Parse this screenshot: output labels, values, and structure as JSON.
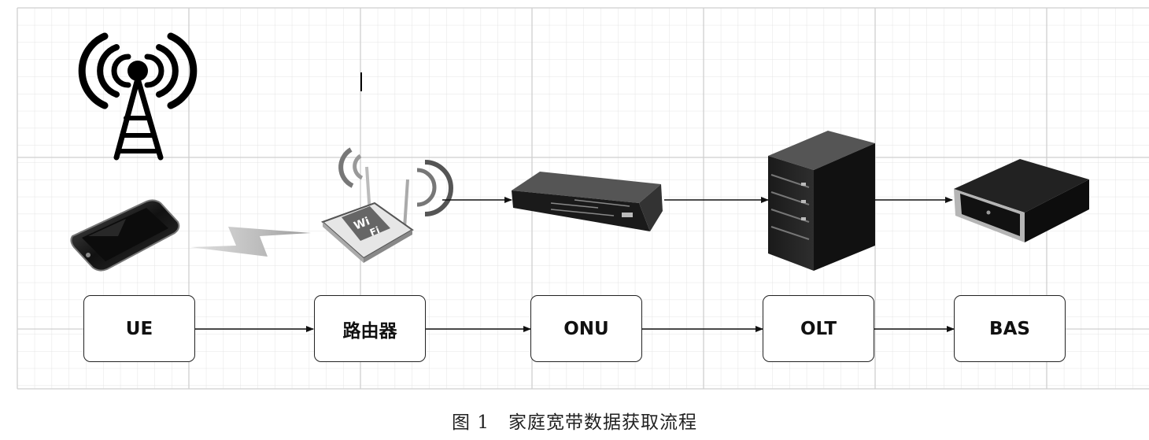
{
  "nodes": [
    {
      "id": "ue",
      "label": "UE"
    },
    {
      "id": "router",
      "label": "路由器"
    },
    {
      "id": "onu",
      "label": "ONU"
    },
    {
      "id": "olt",
      "label": "OLT"
    },
    {
      "id": "bas",
      "label": "BAS"
    }
  ],
  "caption": "图 1　家庭宽带数据获取流程",
  "icons": [
    "cell-tower-icon",
    "smartphone-icon",
    "wireless-signal-icon",
    "wifi-router-icon",
    "onu-device-icon",
    "olt-server-icon",
    "bas-device-icon"
  ]
}
